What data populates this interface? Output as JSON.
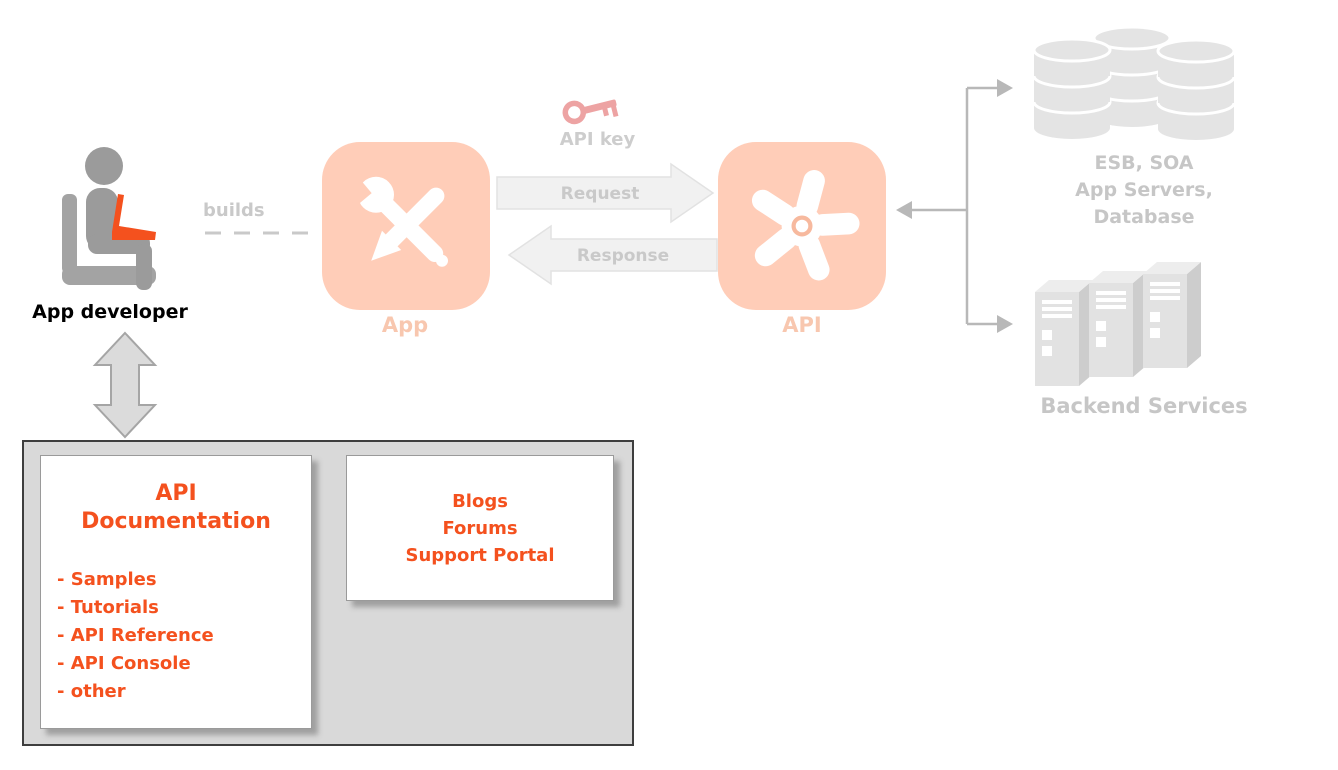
{
  "colors": {
    "accent_orange": "#f4511e",
    "icon_peach": "#ffcdb8",
    "peach_label_text": "#f8c7af",
    "faded_gray_text": "#c9c9c9",
    "backend_gray_text": "#c6c6c6",
    "person_gray": "#9b9b9b",
    "key_pink": "#eda3a3",
    "panel_gray": "#d9d9d9",
    "arrow_fill": "#f1f1f1",
    "connector_gray": "#b8b8b8"
  },
  "icons": {
    "developer": "person-with-laptop-icon",
    "app": "wrench-and-pencil-icon",
    "api": "pinwheel-gear-icon",
    "api_key": "key-icon",
    "esb": "database-stack-icon",
    "backend": "server-towers-icon",
    "portal_link": "double-headed-arrow-icon"
  },
  "labels": {
    "developer": "App developer",
    "builds": "builds",
    "app": "App",
    "api": "API",
    "api_key": "API key",
    "request": "Request",
    "response": "Response"
  },
  "backend": {
    "esb_lines": [
      "ESB, SOA",
      "App Servers,",
      "Database"
    ],
    "services_label": "Backend Services"
  },
  "portal": {
    "documentation": {
      "title_lines": [
        "API",
        "Documentation"
      ],
      "items": [
        "- Samples",
        "- Tutorials",
        "- API Reference",
        "- API Console",
        "- other"
      ]
    },
    "community": {
      "lines": [
        "Blogs",
        "Forums",
        "Support Portal"
      ]
    }
  }
}
